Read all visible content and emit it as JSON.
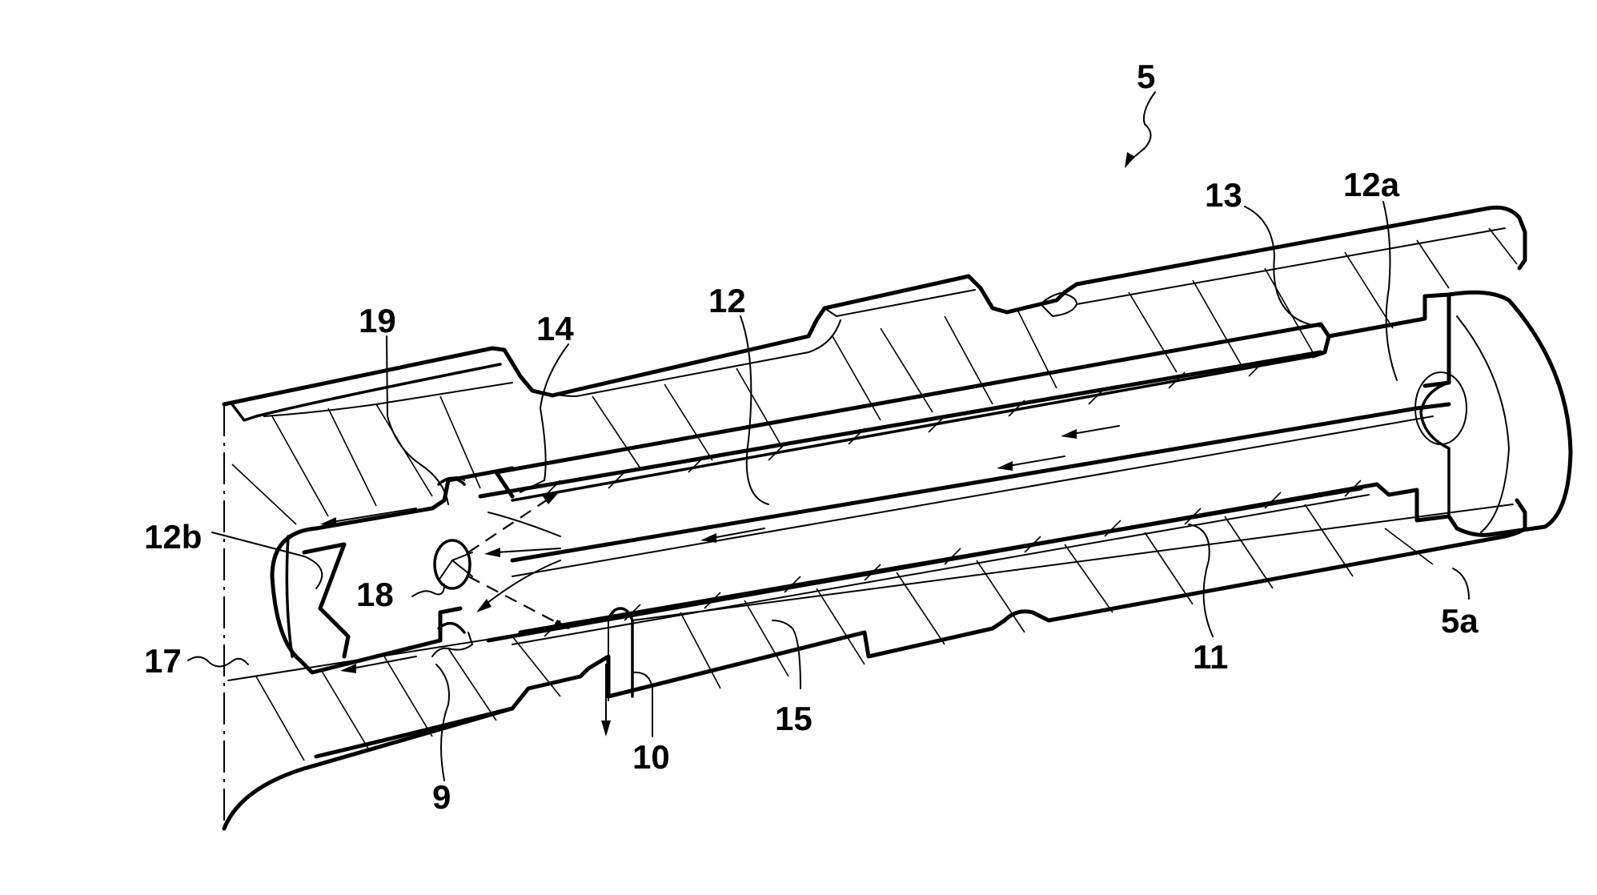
{
  "figure": {
    "reference_numeral": "5",
    "labels": {
      "l5": "5",
      "l5a": "5a",
      "l9": "9",
      "l10": "10",
      "l11": "11",
      "l12": "12",
      "l12a": "12a",
      "l12b": "12b",
      "l13": "13",
      "l14": "14",
      "l15": "15",
      "l17": "17",
      "l18": "18",
      "l19": "19"
    },
    "line_color": "#000000",
    "background": "#ffffff"
  }
}
